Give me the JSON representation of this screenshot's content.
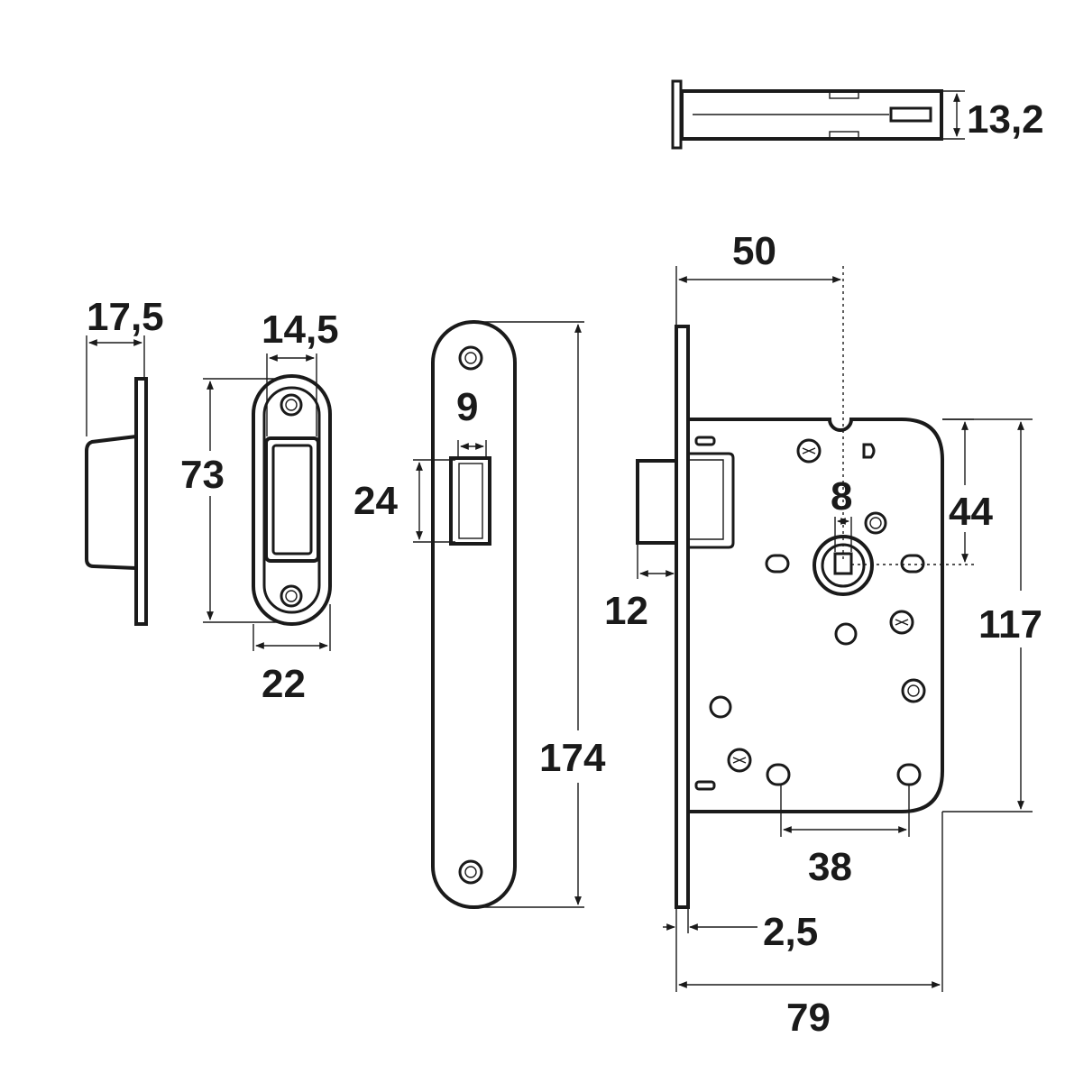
{
  "dimensions": {
    "d_13_2": "13,2",
    "d_17_5": "17,5",
    "d_14_5": "14,5",
    "d_73": "73",
    "d_22": "22",
    "d_9": "9",
    "d_24": "24",
    "d_174": "174",
    "d_50": "50",
    "d_8": "8",
    "d_44": "44",
    "d_12": "12",
    "d_117": "117",
    "d_38": "38",
    "d_2_5": "2,5",
    "d_79": "79"
  },
  "colors": {
    "ink": "#1a1a1a",
    "background": "#ffffff"
  }
}
